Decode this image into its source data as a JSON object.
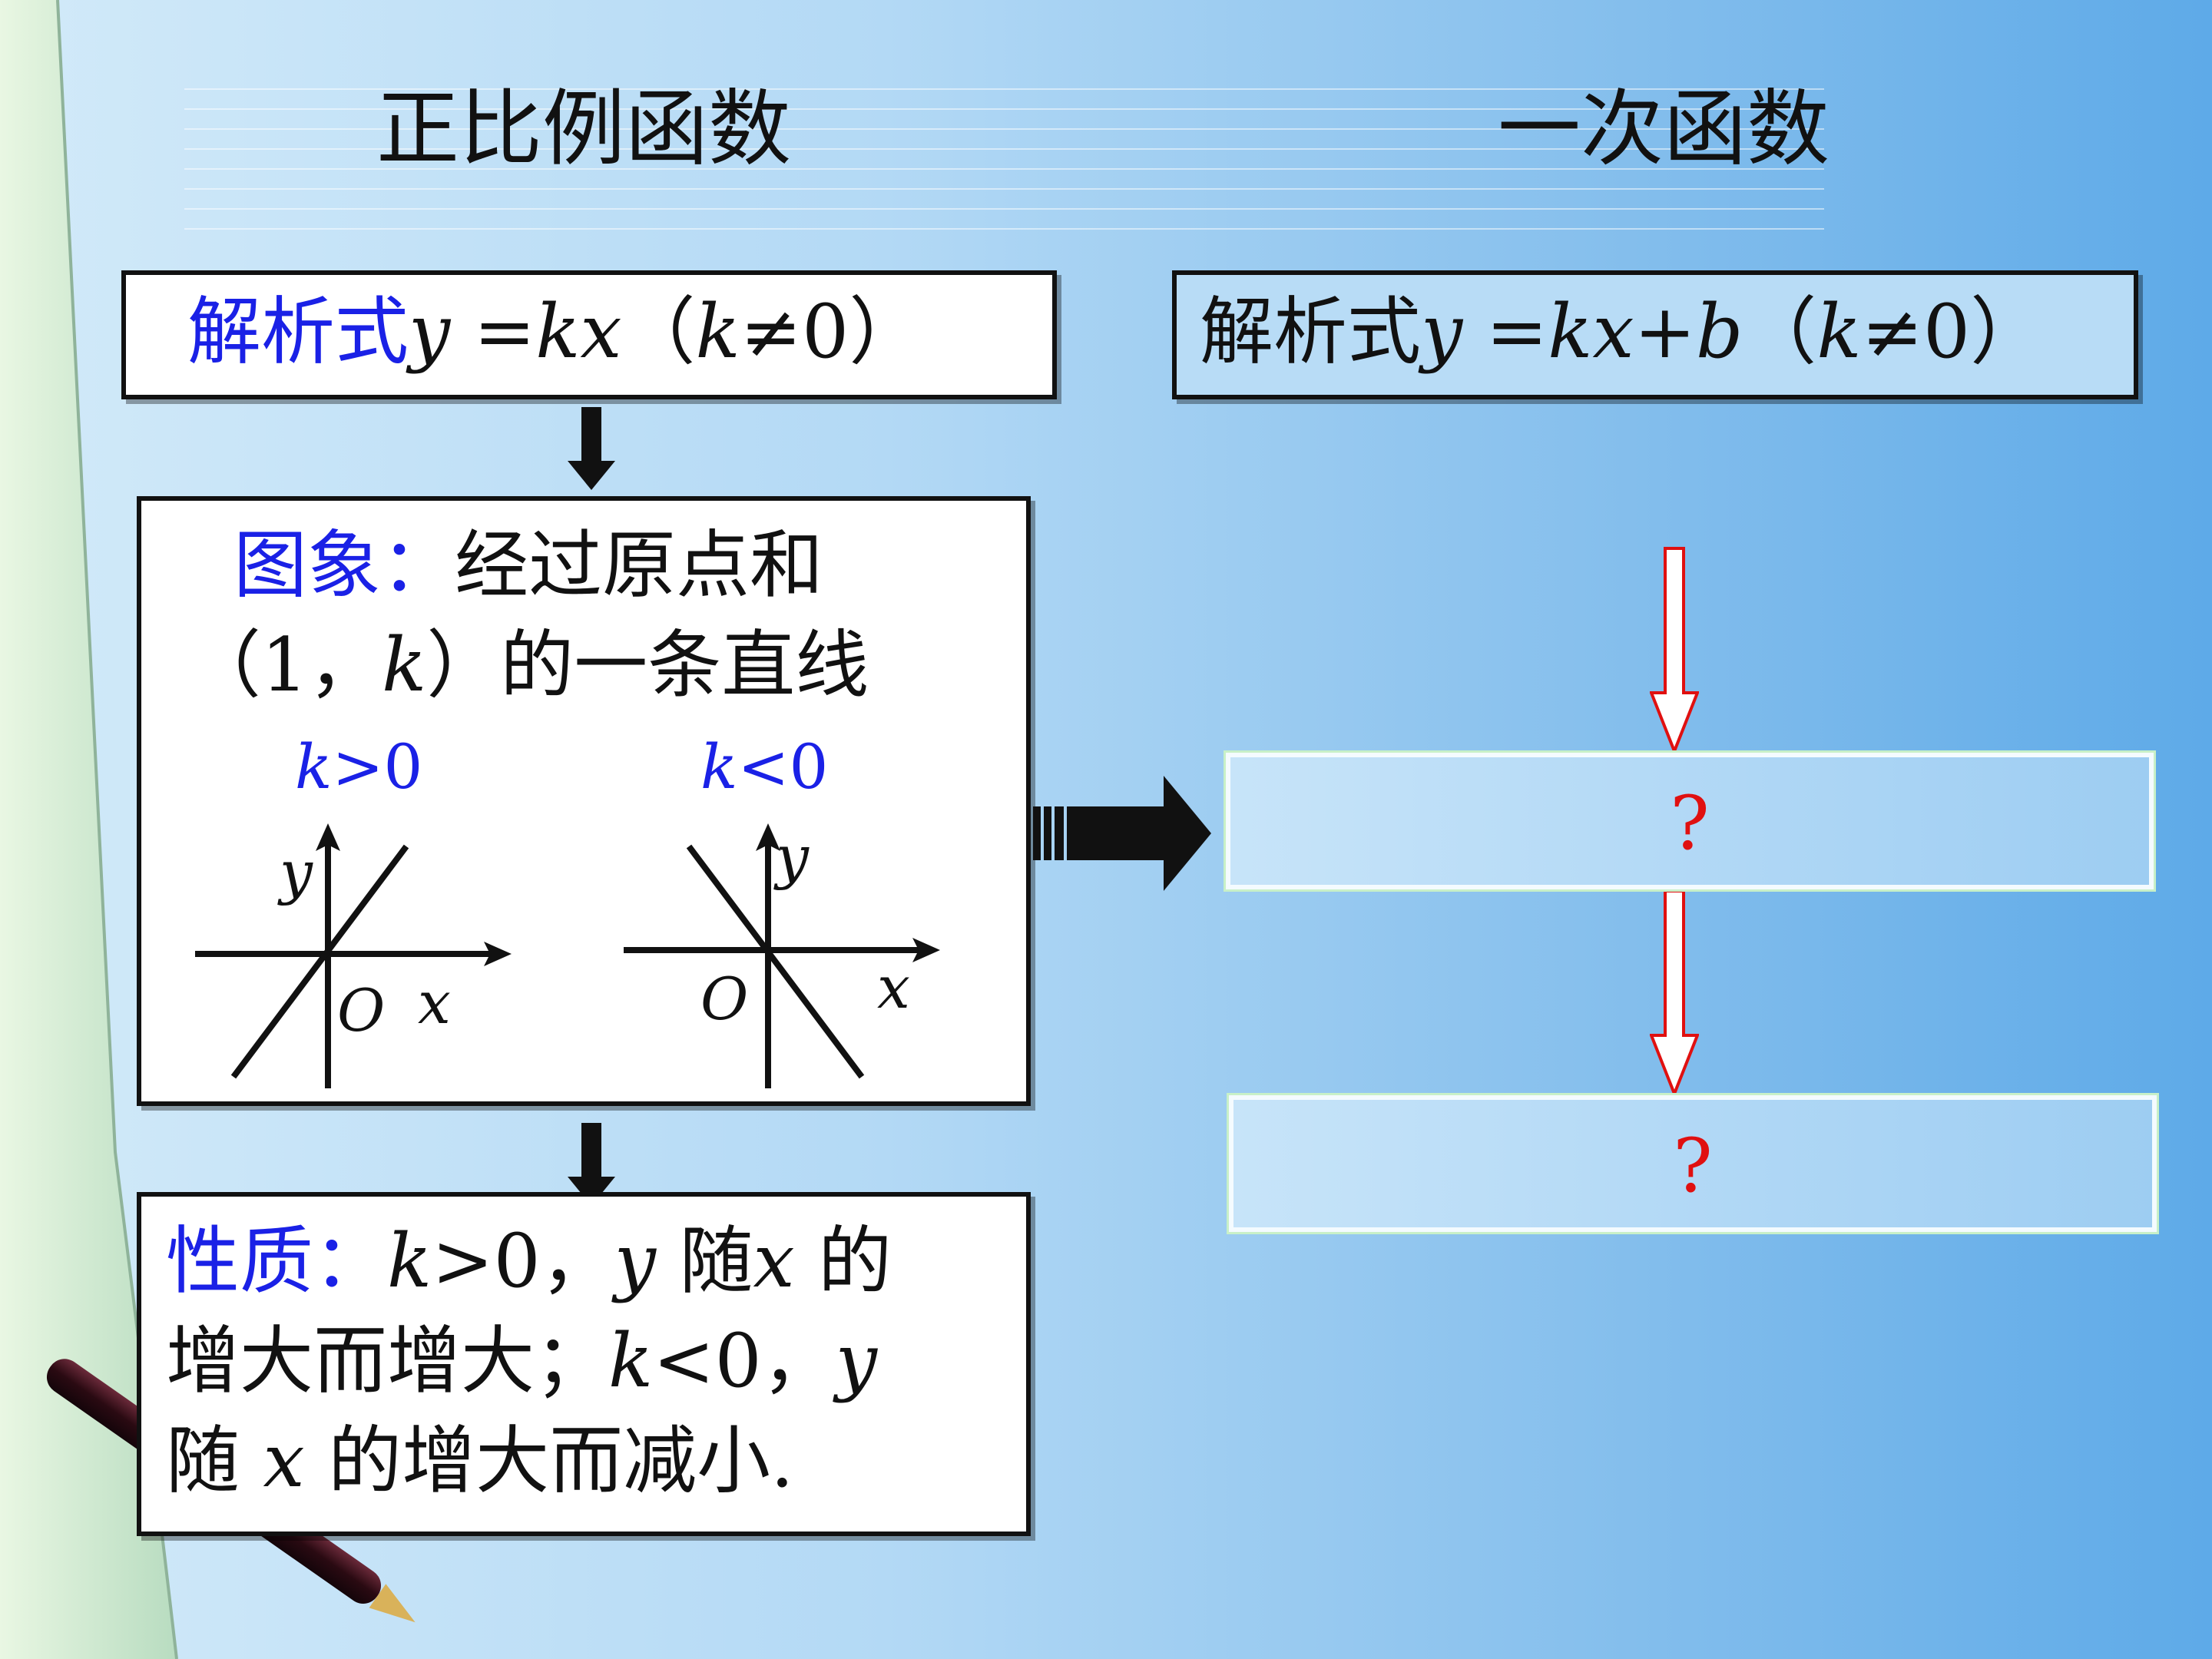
{
  "headings": {
    "left": "正比例函数",
    "right": "一次函数"
  },
  "left": {
    "formula": {
      "label": "解析式",
      "y": "y",
      "eq": " =",
      "kx": "kx",
      "paren_open": "（",
      "k": "k",
      "neq": "≠0）"
    },
    "image": {
      "label": "图象：",
      "line1_rest": "经过原点和",
      "line2_open": "（1，",
      "line2_k": "k",
      "line2_rest": "）的一条直线",
      "pos_k": "k",
      "pos_cond": ">0",
      "neg_k": "k",
      "neg_cond": "<0",
      "axis_y": "y",
      "axis_x": "x",
      "origin": "O"
    },
    "property": {
      "label": "性质：",
      "l1_k": "k",
      "l1_a": ">0，",
      "l1_y": "y",
      "l1_b": " 随",
      "l1_x": "x",
      "l1_c": " 的",
      "l2_a": "增大而增大；",
      "l2_k": "k",
      "l2_b": "<0，",
      "l2_y": "y",
      "l3_a": "随 ",
      "l3_x": "x",
      "l3_b": " 的增大而减小."
    }
  },
  "right": {
    "formula": {
      "label": "解析式",
      "y": "y",
      "eq": " =",
      "kx": "kx",
      "plus": "+",
      "b": "b",
      "paren_open": "（",
      "k": "k",
      "neq": "≠0）"
    },
    "q1": "?",
    "q2": "?"
  },
  "colors": {
    "accent_blue": "#1a21e6",
    "question_red": "#e01010"
  }
}
